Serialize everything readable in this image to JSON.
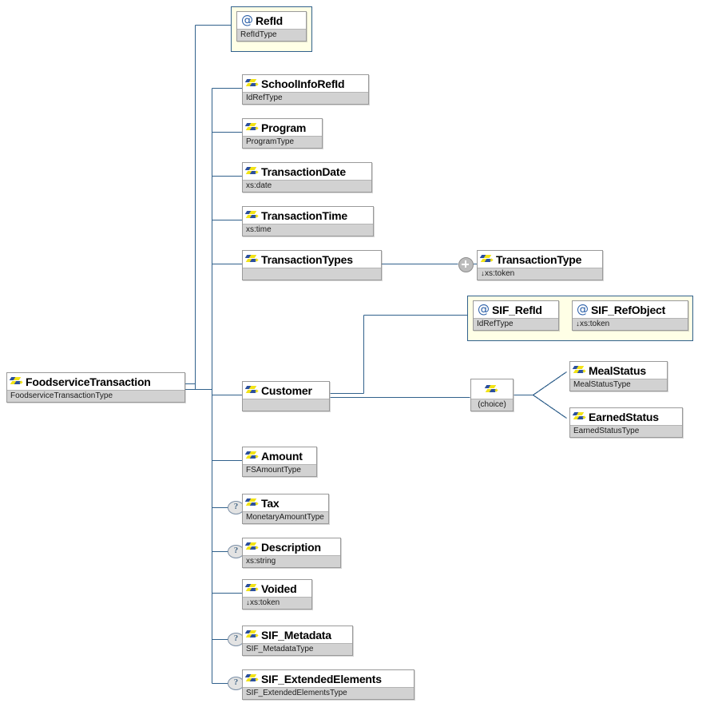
{
  "diagram": {
    "kind": "xml-schema-element-diagram",
    "root_label": "FoodserviceTransaction",
    "colors": {
      "box_border": "#9a9a9a",
      "type_row_bg": "#d2d2d2",
      "connector": "#31618c",
      "attr_group_bg": "#ffffe6",
      "element_icon_blue": "#2b4f9e",
      "element_icon_yellow": "#f2e317",
      "attribute_icon_blue": "#2b5fa8",
      "optional_marker_bg": "#e3e3e3",
      "plus_marker_bg": "#bcbcbc"
    }
  },
  "root": {
    "name": "FoodserviceTransaction",
    "type": "FoodserviceTransactionType",
    "icon": "element-icon"
  },
  "attribute_group_root": {
    "attributes": [
      {
        "name": "RefId",
        "type": "RefIdType",
        "icon": "attribute-icon",
        "derived": false
      }
    ]
  },
  "children": [
    {
      "name": "SchoolInfoRefId",
      "type": "IdRefType",
      "icon": "element-icon",
      "optional": false,
      "derived": false
    },
    {
      "name": "Program",
      "type": "ProgramType",
      "icon": "element-icon",
      "optional": false,
      "derived": false
    },
    {
      "name": "TransactionDate",
      "type": "xs:date",
      "icon": "element-icon",
      "optional": false,
      "derived": false
    },
    {
      "name": "TransactionTime",
      "type": "xs:time",
      "icon": "element-icon",
      "optional": false,
      "derived": false
    },
    {
      "name": "TransactionTypes",
      "type": "",
      "icon": "element-icon",
      "optional": false,
      "derived": false
    },
    {
      "name": "Customer",
      "type": "",
      "icon": "element-icon",
      "optional": false,
      "derived": false
    },
    {
      "name": "Amount",
      "type": "FSAmountType",
      "icon": "element-icon",
      "optional": false,
      "derived": false
    },
    {
      "name": "Tax",
      "type": "MonetaryAmountType",
      "icon": "element-icon",
      "optional": true,
      "derived": false
    },
    {
      "name": "Description",
      "type": "xs:string",
      "icon": "element-icon",
      "optional": true,
      "derived": false
    },
    {
      "name": "Voided",
      "type": "xs:token",
      "icon": "element-icon",
      "optional": false,
      "derived": true
    },
    {
      "name": "SIF_Metadata",
      "type": "SIF_MetadataType",
      "icon": "element-icon",
      "optional": true,
      "derived": false
    },
    {
      "name": "SIF_ExtendedElements",
      "type": "SIF_ExtendedElementsType",
      "icon": "element-icon",
      "optional": true,
      "derived": false
    }
  ],
  "transaction_types_child": {
    "name": "TransactionType",
    "type": "xs:token",
    "icon": "element-icon",
    "derived": true,
    "expandable": true,
    "expand_marker": "plus-icon"
  },
  "customer_attributes": [
    {
      "name": "SIF_RefId",
      "type": "IdRefType",
      "icon": "attribute-icon",
      "derived": false
    },
    {
      "name": "SIF_RefObject",
      "type": "xs:token",
      "icon": "attribute-icon",
      "derived": true
    }
  ],
  "customer_choice": {
    "label": "(choice)",
    "icon": "element-icon",
    "options": [
      {
        "name": "MealStatus",
        "type": "MealStatusType",
        "icon": "element-icon",
        "derived": false
      },
      {
        "name": "EarnedStatus",
        "type": "EarnedStatusType",
        "icon": "element-icon",
        "derived": false
      }
    ]
  },
  "markers": {
    "optional_symbol": "?",
    "derived_prefix": "↓"
  }
}
